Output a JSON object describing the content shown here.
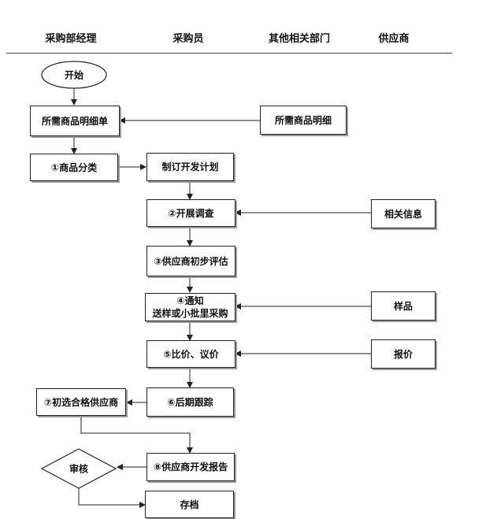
{
  "columns": [
    "采购部经理",
    "采购员",
    "其他相关部门",
    "供应商"
  ],
  "nodes": {
    "start": "开始",
    "needed_list": "所需商品明细单",
    "needed_detail": "所需商品明细",
    "classify": "①商品分类",
    "plan": "制订开发计划",
    "survey": "②开展调查",
    "info": "相关信息",
    "prelim_eval": "③供应商初步评估",
    "notify_line1": "④通知",
    "notify_line2": "送样或小批里采购",
    "samples": "样品",
    "compare": "⑤比价、议价",
    "quote": "报价",
    "follow": "⑥后期跟踪",
    "select": "⑦初选合格供应商",
    "report": "⑧供应商开发报告",
    "review": "审核",
    "archive": "存档"
  }
}
